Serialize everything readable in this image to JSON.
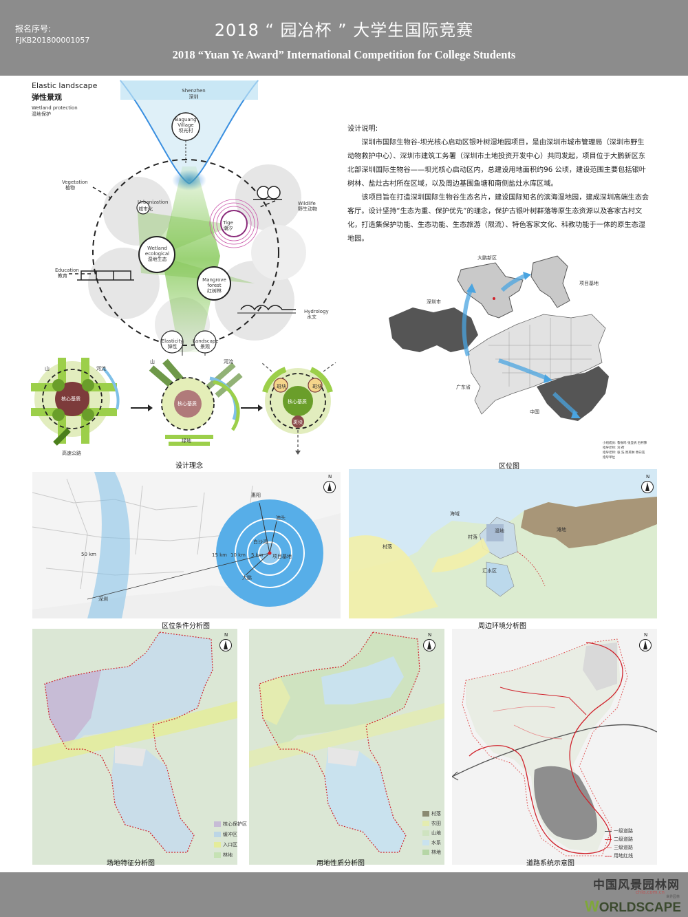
{
  "header": {
    "reg_label": "报名序号:",
    "reg_number": "FJKB201800001057",
    "title_cn": "2018 “ 园冶杯 ” 大学生国际竞赛",
    "title_en": "2018 “Yuan Ye Award” International Competition for College Students"
  },
  "concept": {
    "elastic_en": "Elastic landscape",
    "elastic_cn": "弹性景观",
    "wetland_en": "Wetland protection",
    "wetland_cn": "湿地保护",
    "shenzhen_en": "Shenzhen",
    "shenzhen_cn": "深圳",
    "baguang_en1": "Baguang",
    "baguang_en2": "Village",
    "baguang_cn": "坝光村",
    "vegetation_en": "Vegetation",
    "vegetation_cn": "植物",
    "urbanization_en": "Urbanization",
    "urbanization_cn": "城市化",
    "wildlife_en": "Wildlife",
    "wildlife_cn": "野生动物",
    "tige_en": "Tige",
    "tige_cn": "潮汐",
    "wetland_eco_en1": "Wetland",
    "wetland_eco_en2": "ecological",
    "wetland_eco_cn": "湿地生态",
    "education_en": "Education",
    "education_cn": "教育",
    "mangrove_en1": "Mangrove",
    "mangrove_en2": "forest",
    "mangrove_cn": "红树林",
    "hydrology_en": "Hydrology",
    "hydrology_cn": "水文",
    "elasticity_en": "Elasticity",
    "elasticity_cn": "弹性",
    "landscape_en": "Landscape",
    "landscape_cn": "景观"
  },
  "idea": {
    "mountain": "山",
    "river": "河流",
    "core": "核心基质",
    "highway": "高速公路",
    "green": "绿地",
    "patch": "斑块",
    "caption": "设计理念"
  },
  "description": {
    "heading": "设计说明:",
    "para1": "深圳市国际生物谷-坝光核心启动区银叶树湿地园项目，是由深圳市城市管理局（深圳市野生动物救护中心）、深圳市建筑工务署（深圳市土地投资开发中心）共同发起，项目位于大鹏新区东北部深圳国际生物谷——坝光核心启动区内，总建设用地面积约96 公顷，建设范围主要包括银叶树林、盐灶古村所在区域，以及周边基围鱼塘和南侧盐灶水库区域。",
    "para2": "该项目旨在打造深圳国际生物谷生态名片，建设国际知名的滨海湿地园，建成深圳高端生态会客厅。设计坚持“生态为重、保护优先”的理念，保护古银叶树群落等原生态资源以及客家古村文化，打造集保护功能、生态功能、生态旅游（限流）、特色客家文化、科教功能于一体的原生态湿地园。"
  },
  "location_map": {
    "dapeng": "大鹏新区",
    "project_site": "项目基地",
    "shenzhen": "深圳市",
    "guangdong": "广东省",
    "china": "中国",
    "caption": "区位图",
    "credits": [
      "小组成员: 鲁振鸣 张显帆 石柯豫",
      "指导老师: 刘 荷",
      "指导老师: 张 洗 周英琳 章曰克",
      "指导单位"
    ]
  },
  "location_analysis": {
    "north": "N",
    "huizhou": "惠阳",
    "aotou": "澳头",
    "baishawan": "白沙湾",
    "site": "项目基地",
    "dapeng": "大鹏",
    "shenzhen": "深圳",
    "km50": "50 km",
    "km15": "15 km",
    "km10": "10 km",
    "km5": "5 km",
    "caption": "区位条件分析图"
  },
  "surroundings": {
    "north": "N",
    "sea": "海域",
    "village1": "村落",
    "village2": "村落",
    "wetland": "湿地",
    "beach": "滩地",
    "reservoir": "汇水区",
    "caption": "周边环境分析图"
  },
  "site_features": {
    "north": "N",
    "legend": [
      {
        "label": "核心保护区",
        "color": "#c7bcd6"
      },
      {
        "label": "缓冲区",
        "color": "#bcd6e6"
      },
      {
        "label": "入口区",
        "color": "#e4ec9a"
      },
      {
        "label": "林地",
        "color": "#c6e2b4"
      }
    ],
    "caption": "场地特征分析图"
  },
  "land_use": {
    "north": "N",
    "legend": [
      {
        "label": "村落",
        "color": "#8a8a72"
      },
      {
        "label": "农田",
        "color": "#e4ecb0"
      },
      {
        "label": "山地",
        "color": "#cfe3c0"
      },
      {
        "label": "水系",
        "color": "#c9e2ee"
      },
      {
        "label": "林地",
        "color": "#b6d6a6"
      }
    ],
    "caption": "用地性质分析图"
  },
  "roads": {
    "north": "N",
    "legend": [
      {
        "label": "一级道路",
        "color": "#555555"
      },
      {
        "label": "二级道路",
        "color": "#d0212a"
      },
      {
        "label": "三级道路",
        "color": "#e88a8a"
      },
      {
        "label": "用地红线",
        "color": "#d0212a"
      }
    ],
    "caption": "道路系统示意图"
  },
  "footer": {
    "logo_cn": "中国风景园林网",
    "logo_url": "chla.com.cn",
    "logo_en": "ORLDSCAPE",
    "logo_w": "W",
    "logo_sub": "世界园林"
  }
}
